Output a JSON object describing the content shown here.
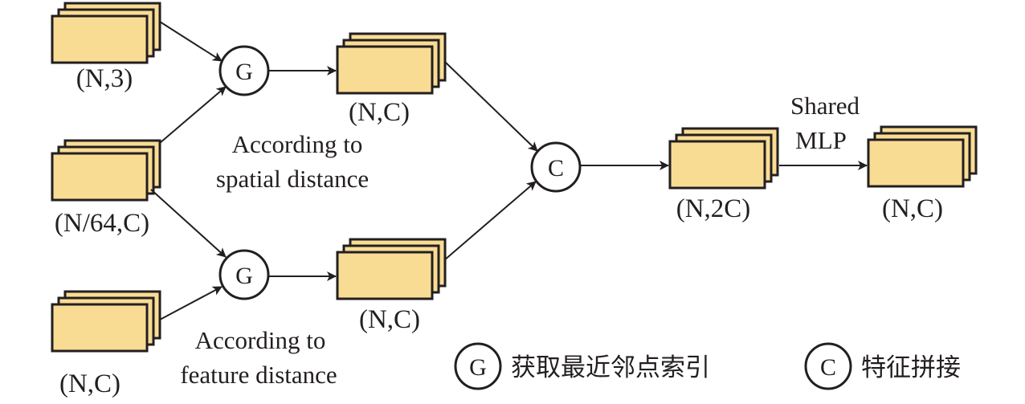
{
  "colors": {
    "box_fill": "#f9dc94",
    "stroke": "#231f20",
    "background": "#ffffff"
  },
  "inputs": {
    "points": "(N,3)",
    "centers": "(N/64,C)",
    "features": "(N,C)"
  },
  "group_nodes": {
    "symbol": "G"
  },
  "concat_node": {
    "symbol": "C"
  },
  "spatial_group_label": [
    "According to",
    "spatial distance"
  ],
  "feature_group_label": [
    "According to",
    "feature distance"
  ],
  "spatial_output": "(N,C)",
  "feature_output": "(N,C)",
  "concat_output": "(N,2C)",
  "shared_mlp_label": [
    "Shared",
    "MLP"
  ],
  "final_output": "(N,C)",
  "legend": {
    "group": {
      "symbol": "G",
      "text": "获取最近邻点索引"
    },
    "concat": {
      "symbol": "C",
      "text": "特征拼接"
    }
  }
}
